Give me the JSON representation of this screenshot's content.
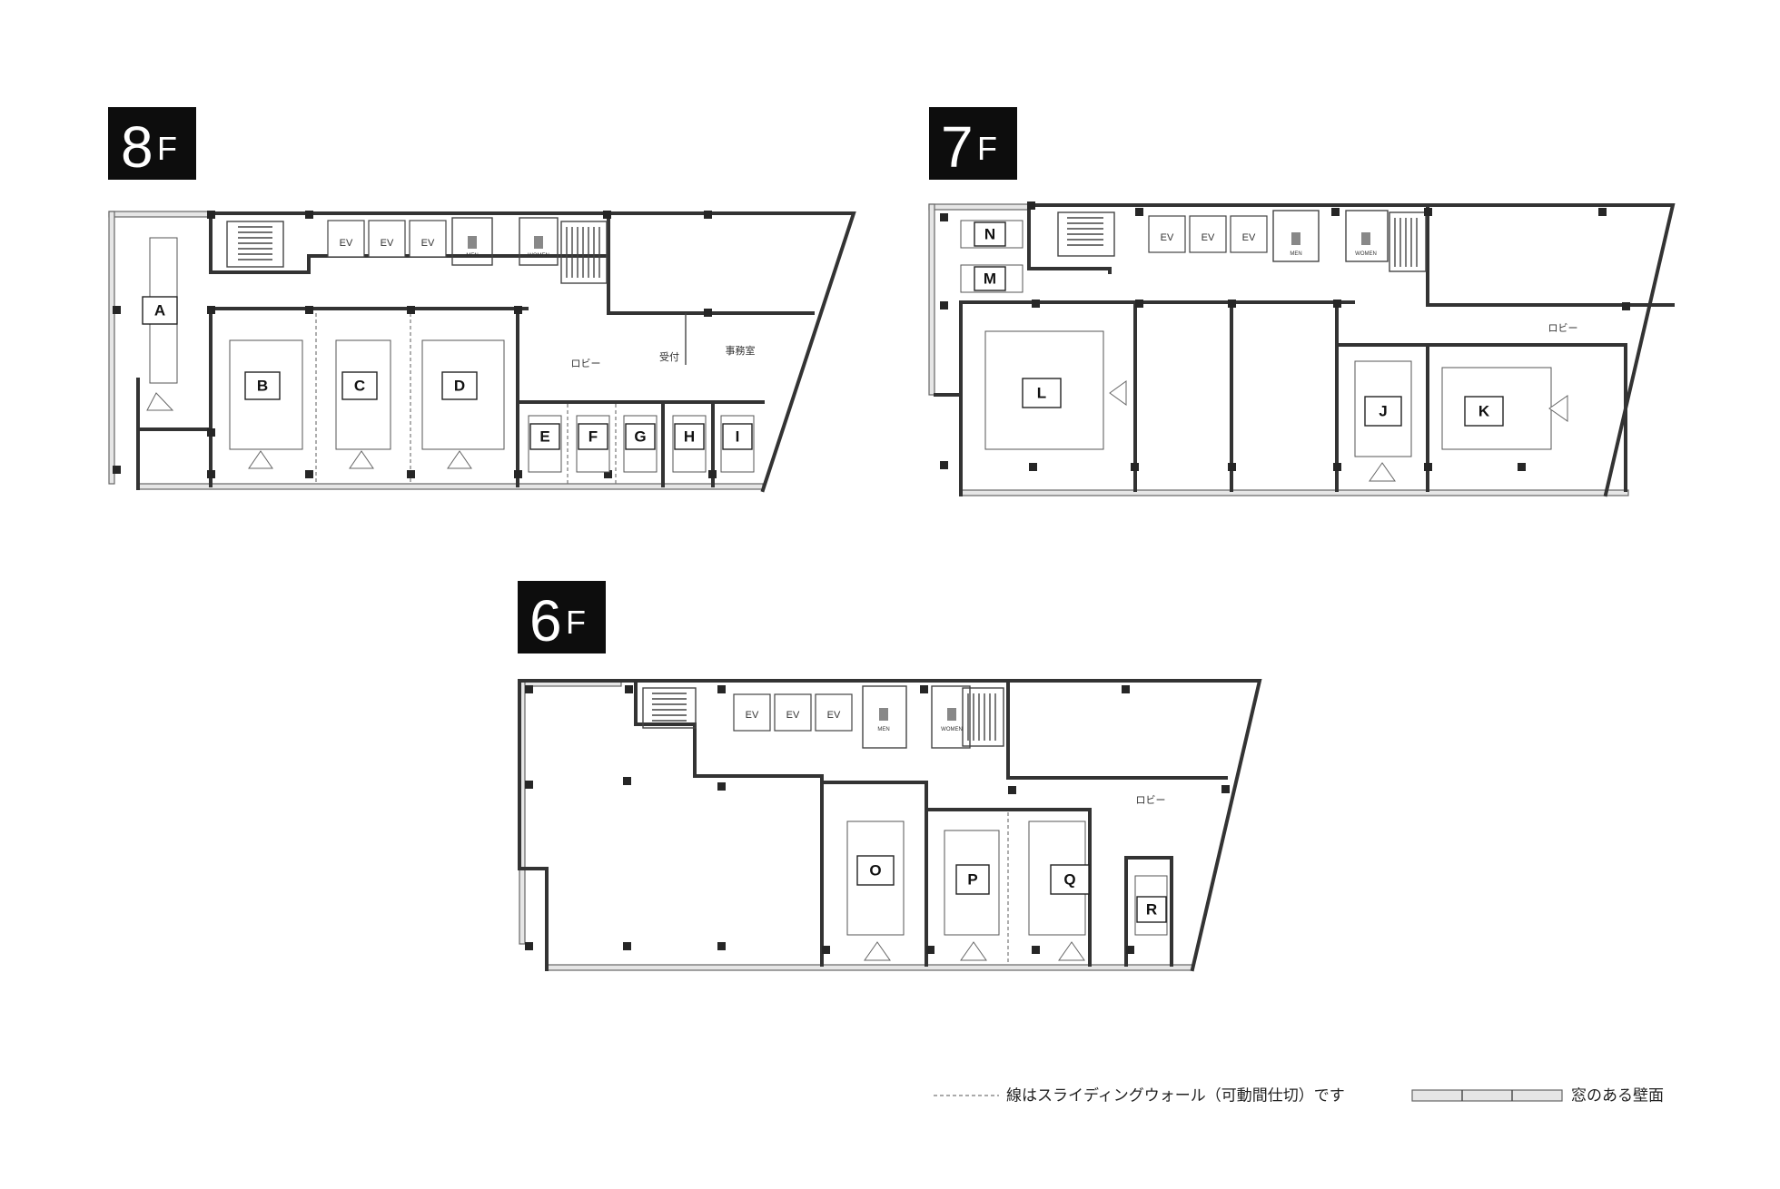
{
  "floors": [
    {
      "badge_number": "8",
      "badge_suffix": "F",
      "rooms": [
        "A",
        "B",
        "C",
        "D",
        "E",
        "F",
        "G",
        "H",
        "I"
      ],
      "ev_labels": [
        "EV",
        "EV",
        "EV"
      ],
      "restroom_men": "MEN",
      "restroom_women": "WOMEN",
      "area_labels": {
        "lobby": "ロビー",
        "reception": "受付",
        "office": "事務室"
      }
    },
    {
      "badge_number": "7",
      "badge_suffix": "F",
      "rooms": [
        "N",
        "M",
        "L",
        "J",
        "K"
      ],
      "ev_labels": [
        "EV",
        "EV",
        "EV"
      ],
      "restroom_men": "MEN",
      "restroom_women": "WOMEN",
      "area_labels": {
        "lobby": "ロビー"
      }
    },
    {
      "badge_number": "6",
      "badge_suffix": "F",
      "rooms": [
        "O",
        "P",
        "Q",
        "R"
      ],
      "ev_labels": [
        "EV",
        "EV",
        "EV"
      ],
      "restroom_men": "MEN",
      "restroom_women": "WOMEN",
      "area_labels": {
        "lobby": "ロビー"
      }
    }
  ],
  "legend": {
    "sliding_wall": "線はスライディングウォール（可動間仕切）です",
    "window_wall": "窓のある壁面"
  }
}
